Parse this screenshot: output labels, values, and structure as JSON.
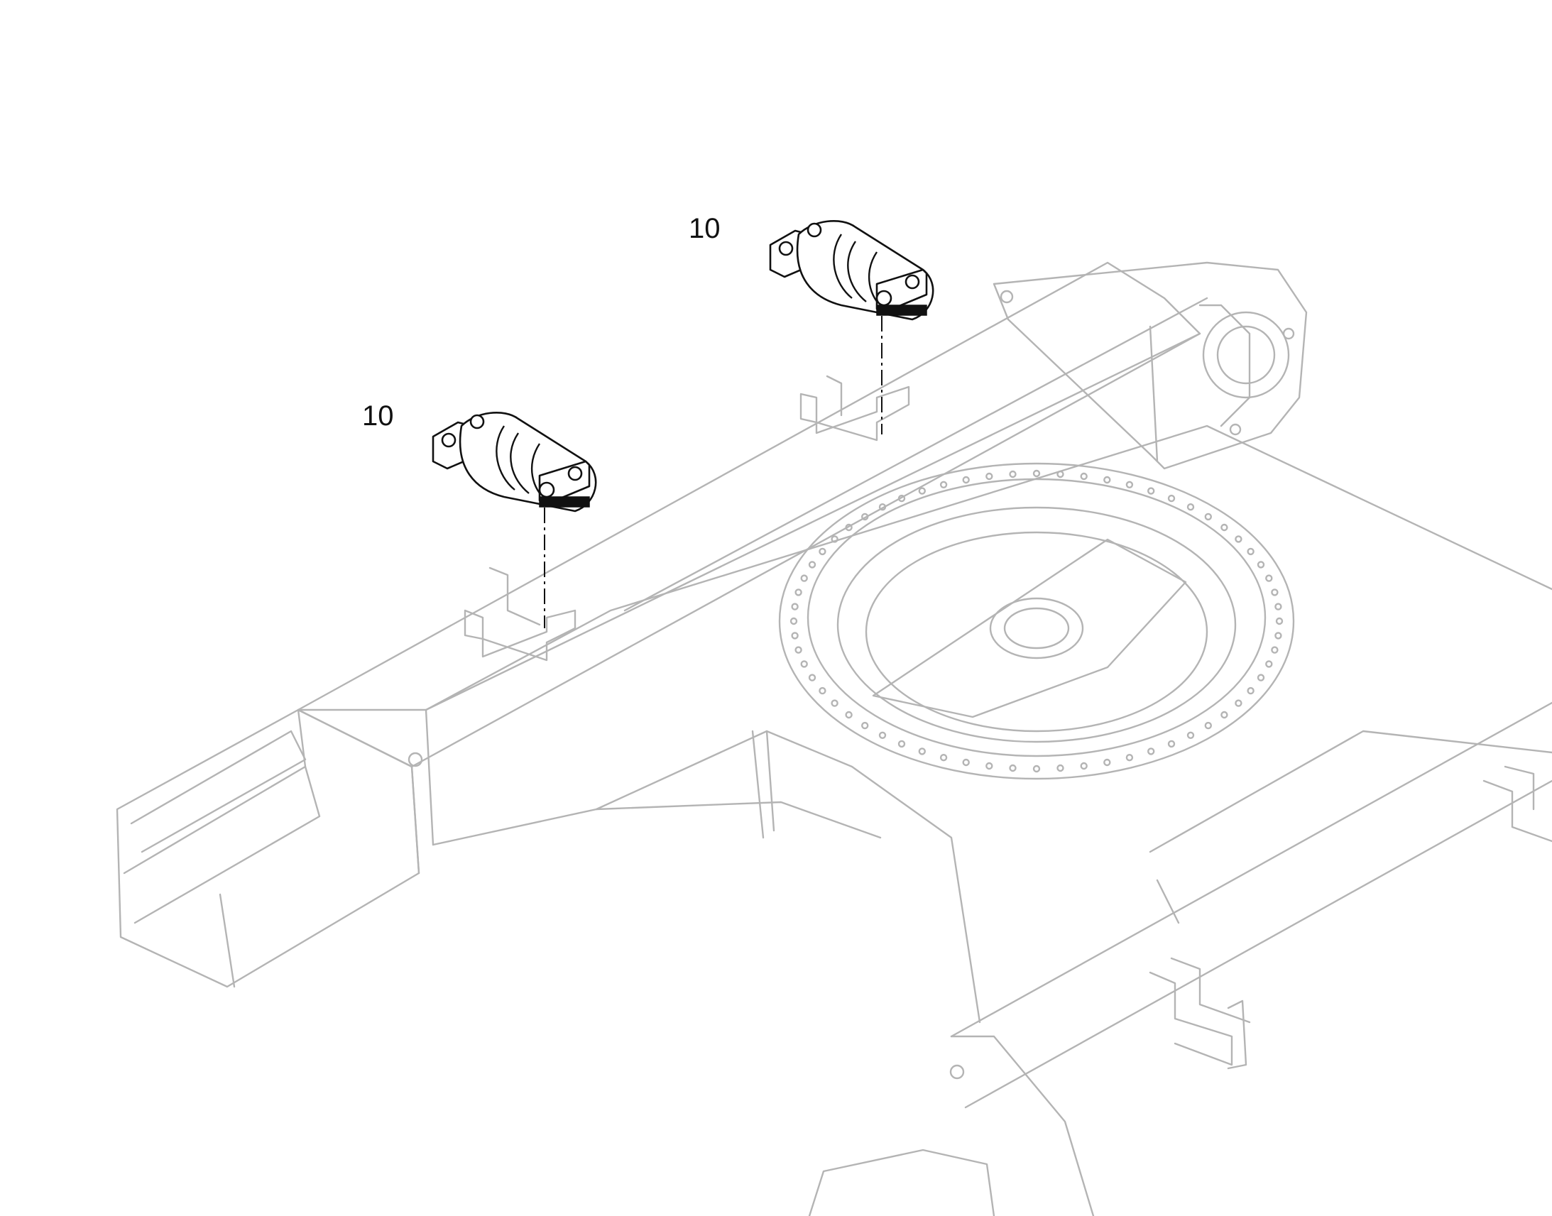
{
  "callouts": [
    {
      "id": "callout-upper",
      "label": "10"
    },
    {
      "id": "callout-lower",
      "label": "10"
    }
  ],
  "colors": {
    "frame_stroke": "#b4b4b4",
    "part_stroke": "#111111",
    "background": "#ffffff"
  }
}
